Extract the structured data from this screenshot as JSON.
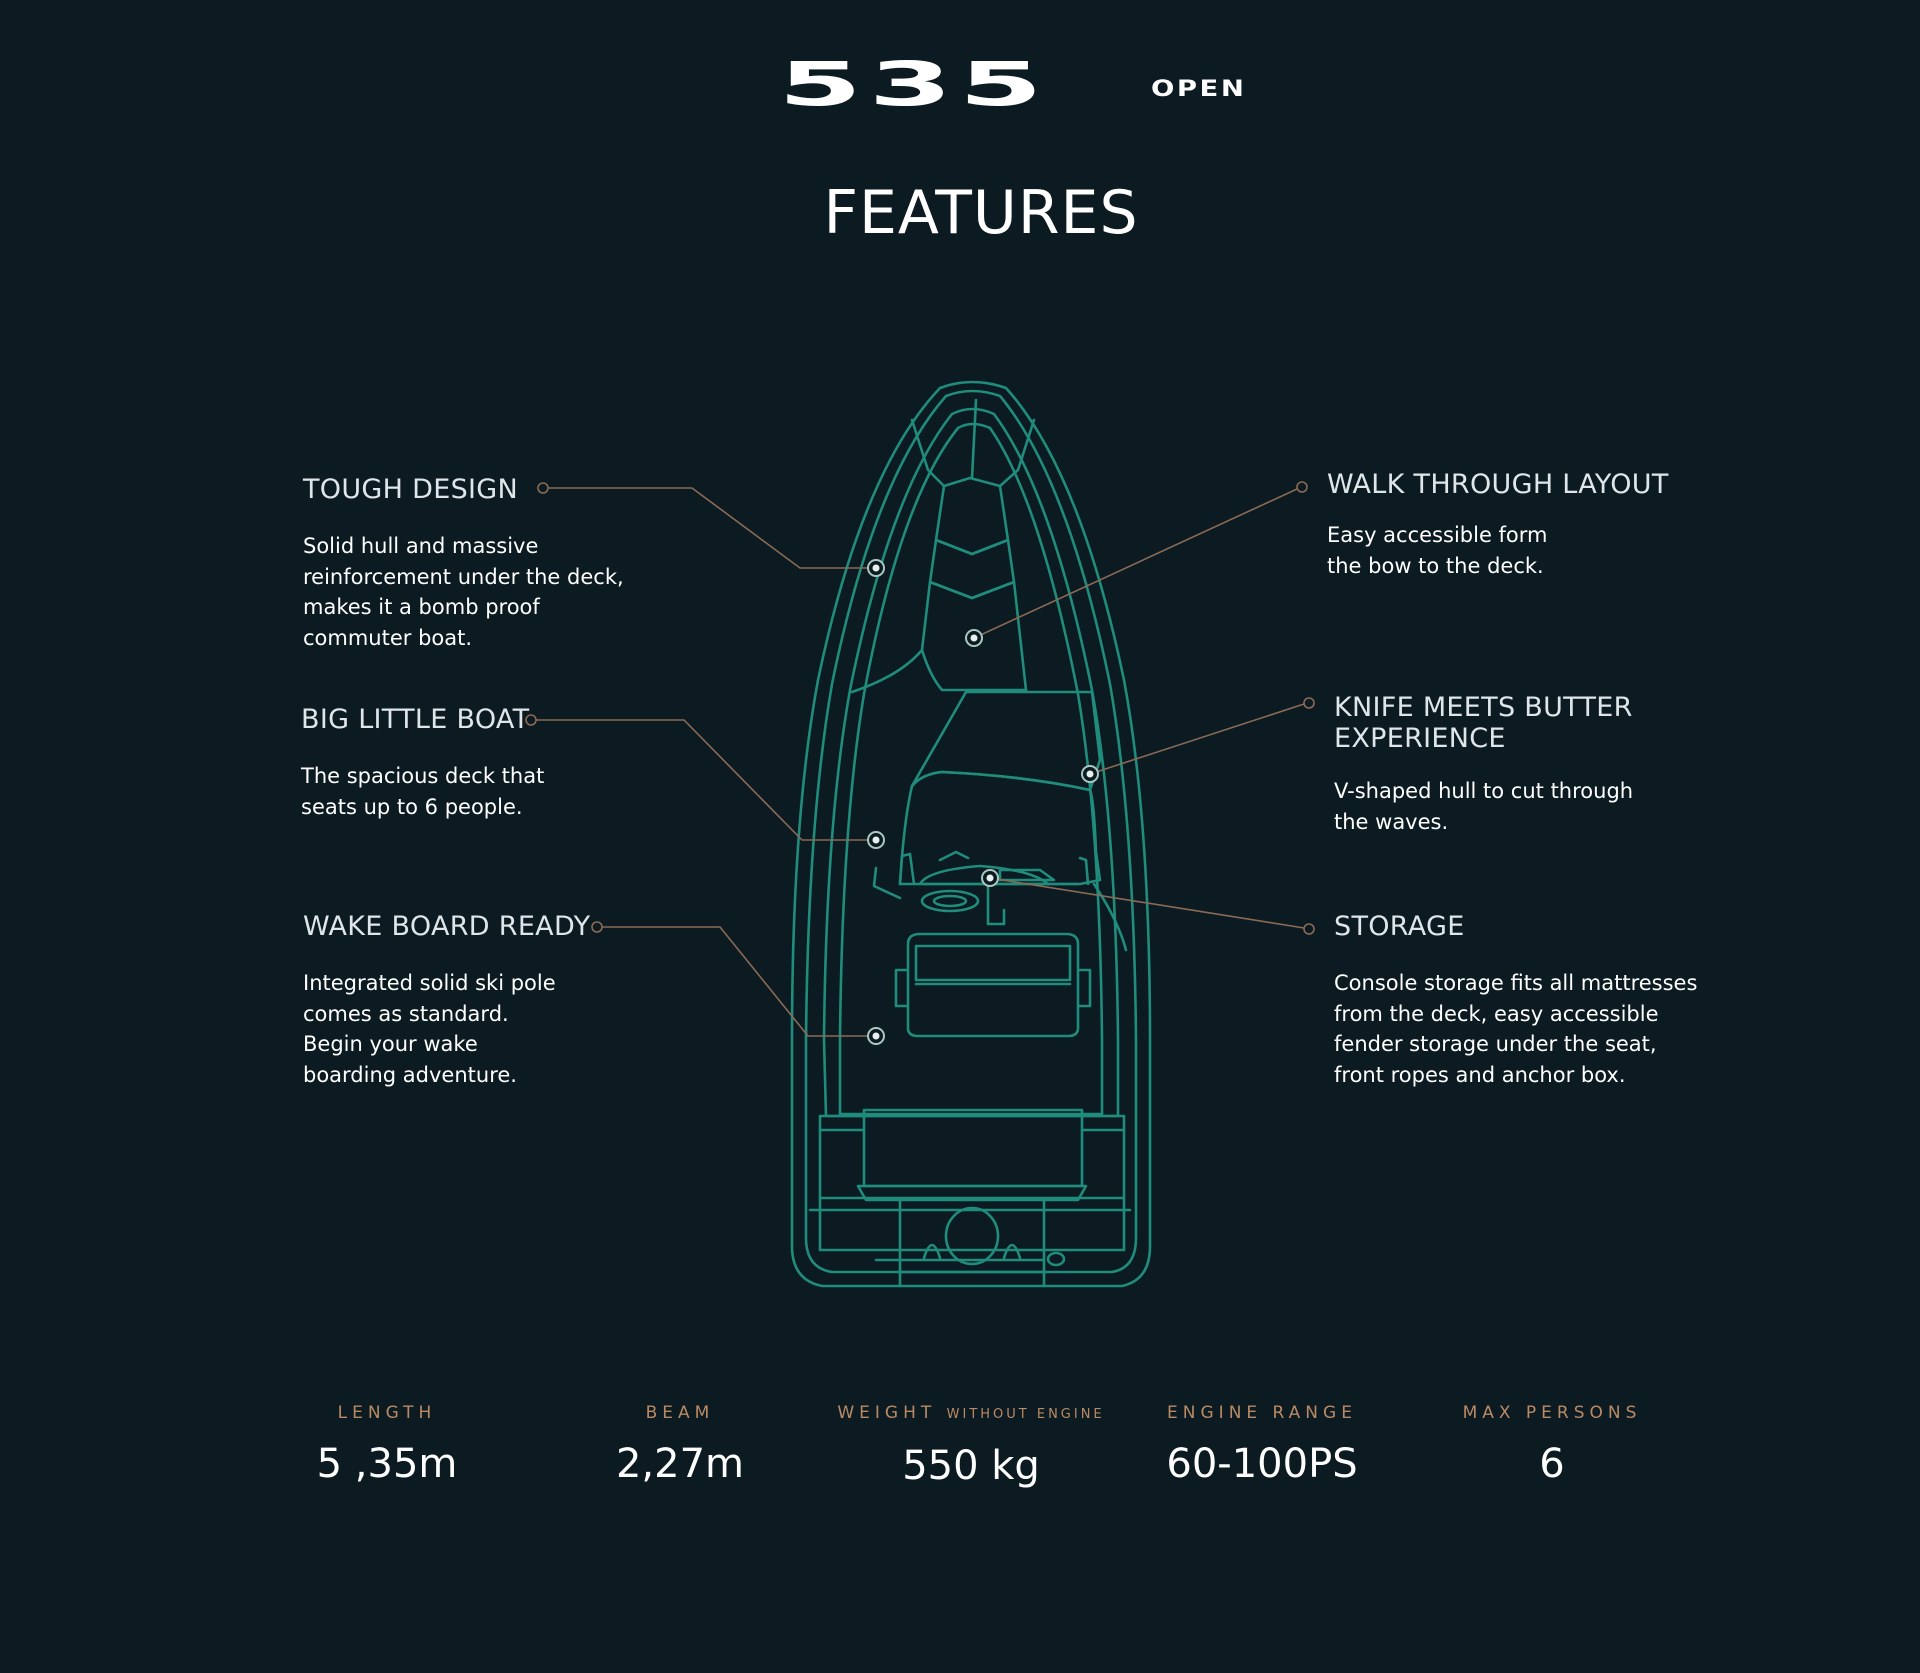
{
  "brand": {
    "model_number": "535",
    "model_suffix": "OPEN"
  },
  "page": {
    "title": "FEATURES"
  },
  "colors": {
    "background": "#0c1a22",
    "boat_outline": "#1f8c7c",
    "leader_line": "#8a6b55",
    "spec_label": "#b98a64",
    "text": "#ffffff"
  },
  "features": {
    "tough_design": {
      "title": "TOUGH DESIGN",
      "description": "Solid hull and massive\nreinforcement under the deck,\nmakes it a bomb proof\ncommuter boat."
    },
    "big_little_boat": {
      "title": "BIG LITTLE BOAT",
      "description": "The spacious deck that\nseats up to 6 people."
    },
    "wake_board_ready": {
      "title": "WAKE BOARD READY",
      "description": "Integrated solid ski pole\ncomes as standard.\nBegin your wake\nboarding adventure."
    },
    "walk_through_layout": {
      "title": "WALK THROUGH LAYOUT",
      "description": "Easy accessible form\nthe bow to the deck."
    },
    "knife_meets_butter": {
      "title": "KNIFE MEETS BUTTER\nEXPERIENCE",
      "description": "V-shaped hull to cut through\nthe waves."
    },
    "storage": {
      "title": "STORAGE",
      "description": "Console storage fits all mattresses\nfrom the deck, easy accessible\nfender storage under the seat,\nfront ropes and anchor box."
    }
  },
  "specs": {
    "length": {
      "label": "LENGTH",
      "value": "5 ,35m"
    },
    "beam": {
      "label": "BEAM",
      "value": "2,27m"
    },
    "weight": {
      "label": "WEIGHT",
      "sublabel": "WITHOUT ENGINE",
      "value": "550 kg"
    },
    "engine_range": {
      "label": "ENGINE RANGE",
      "value": "60-100PS"
    },
    "max_persons": {
      "label": "MAX PERSONS",
      "value": "6"
    }
  }
}
